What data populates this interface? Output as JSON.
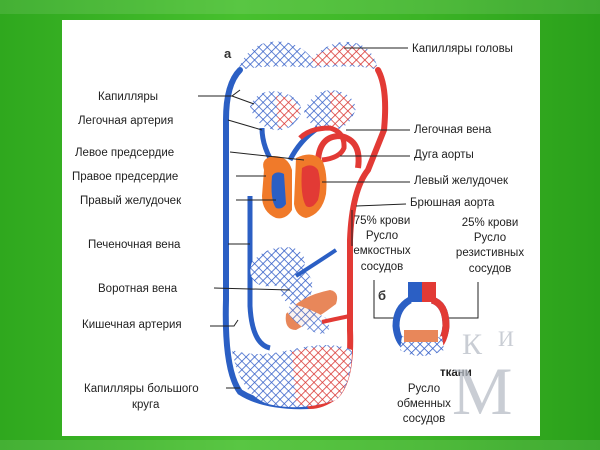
{
  "panels": {
    "a": "а",
    "b": "б"
  },
  "labels_left": {
    "capillaries": "Капилляры",
    "pulmonary_artery": "Легочная артерия",
    "left_atrium": "Левое предсердие",
    "right_atrium": "Правое предсердие",
    "right_ventricle": "Правый желудочек",
    "hepatic_vein": "Печеночная вена",
    "portal_vein": "Воротная вена",
    "intestinal_artery": "Кишечная артерия",
    "systemic_capillaries_line1": "Капилляры большого",
    "systemic_capillaries_line2": "круга"
  },
  "labels_right": {
    "head_capillaries": "Капилляры головы",
    "pulmonary_vein": "Легочная вена",
    "aortic_arch": "Дуга аорты",
    "left_ventricle": "Левый желудочек",
    "abdominal_aorta": "Брюшная аорта"
  },
  "panel_b": {
    "capacitive": [
      "75% крови",
      "Русло",
      "емкостных",
      "сосудов"
    ],
    "resistive": [
      "25% крови",
      "Русло",
      "резистивных",
      "сосудов"
    ],
    "tissues": "ткани",
    "exchange": [
      "Русло",
      "обменных",
      "сосудов"
    ]
  },
  "watermark": {
    "large": "М",
    "small_left": "К",
    "small_right": "И"
  },
  "colors": {
    "arterial": "#e23a35",
    "venous": "#2b5fc4",
    "tissue": "#e8875a",
    "heart": "#f07a2a",
    "background_green": "#3cb426"
  }
}
